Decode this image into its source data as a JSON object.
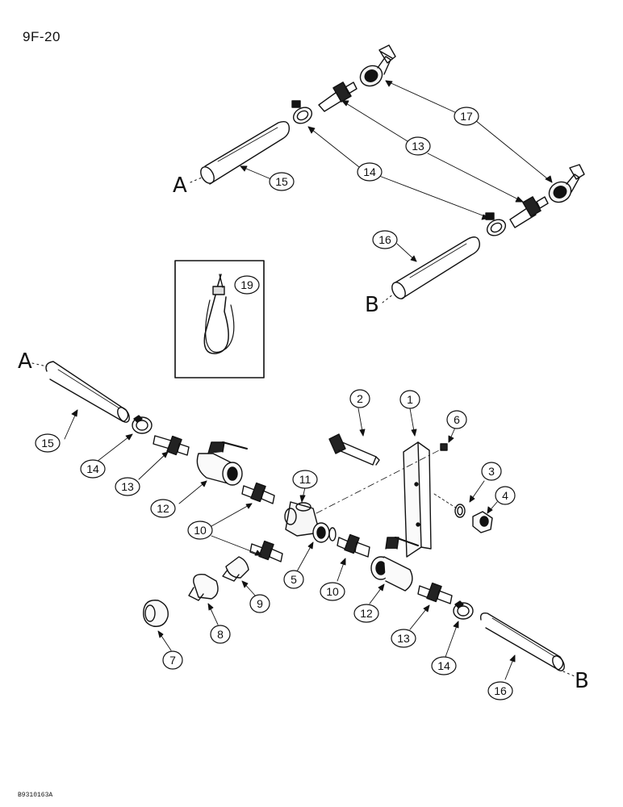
{
  "page_code": "9F-20",
  "doc_id": "B9310163A",
  "connectors": [
    "A",
    "B"
  ],
  "callouts": {
    "c17": "17",
    "c13a": "13",
    "c14a": "14",
    "c15a": "15",
    "c16a": "16",
    "c19": "19",
    "c2": "2",
    "c1": "1",
    "c6": "6",
    "c11": "11",
    "c3": "3",
    "c4": "4",
    "c15b": "15",
    "c14b": "14",
    "c13b": "13",
    "c12a": "12",
    "c10a": "10",
    "c5": "5",
    "c10b": "10",
    "c12b": "12",
    "c9": "9",
    "c8": "8",
    "c7": "7",
    "c13c": "13",
    "c14c": "14",
    "c16b": "16"
  }
}
